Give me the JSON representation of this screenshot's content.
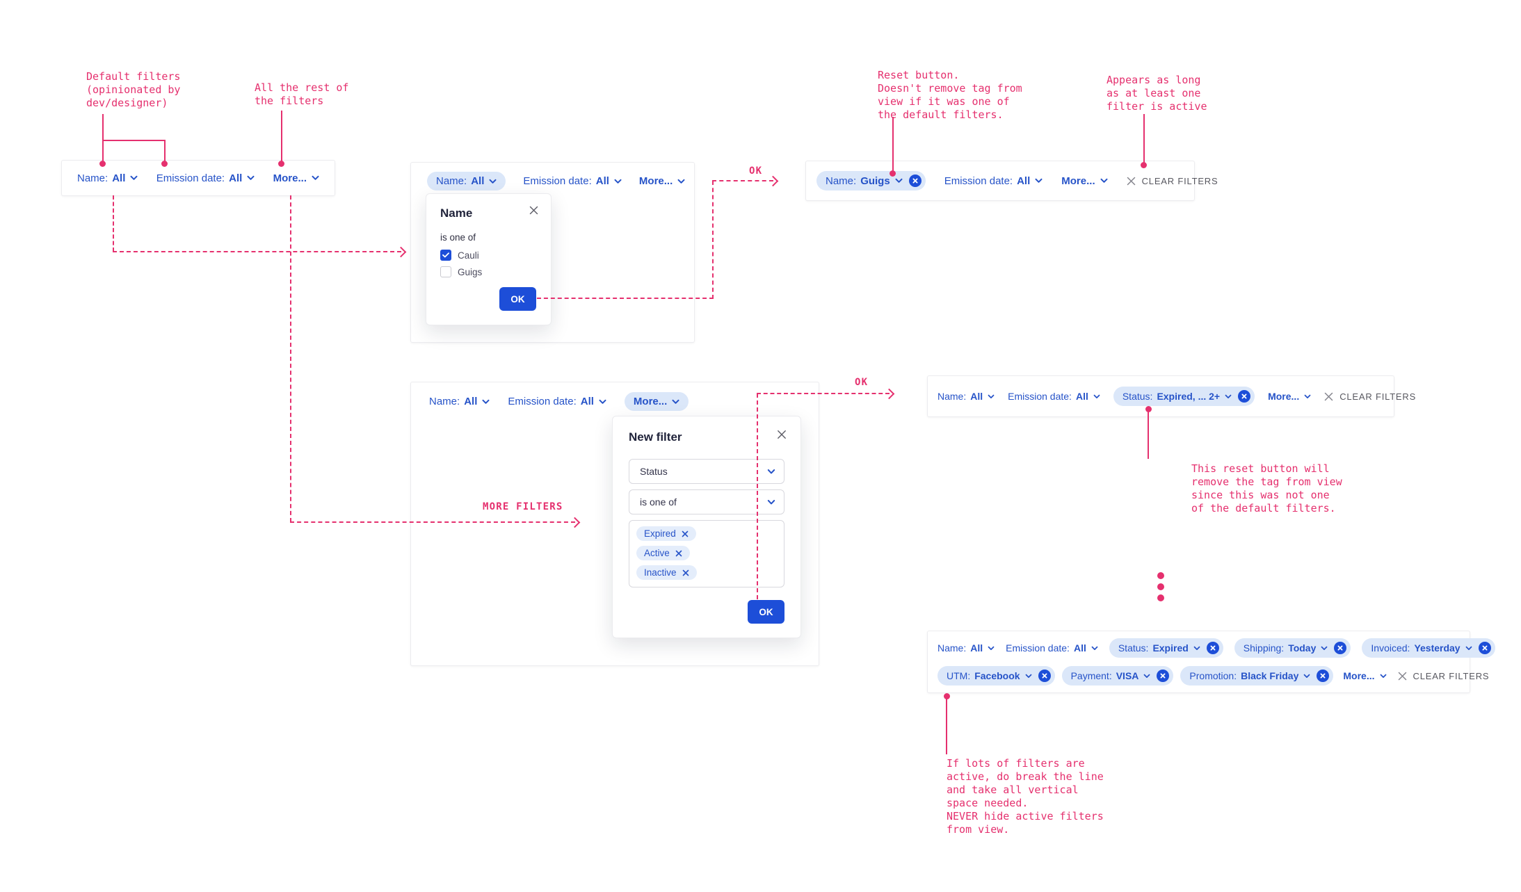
{
  "colors": {
    "accent_blue": "#2653C8",
    "button_blue": "#1D4ED8",
    "pill_background": "#DBE7F9",
    "annotation_pink": "#E5306E",
    "title_ink": "#21243B",
    "muted_gray": "#57575F"
  },
  "annotations": {
    "default_filters": "Default filters\n(opinionated by\ndev/designer)",
    "rest_of_filters": "All the rest of\nthe filters",
    "reset_button": "Reset button.\nDoesn't remove tag from\nview if it was one of\nthe default filters.",
    "appears": "Appears as long\nas at least one\nfilter is active",
    "reset_removes": "This reset button will\nremove the tag from view\nsince this was not one\nof the default filters.",
    "break_line": "If lots of filters are\nactive, do break the line\nand take all vertical\nspace needed.\nNEVER hide active filters\nfrom view.",
    "ok_top": "OK",
    "ok_mid": "OK",
    "more_filters": "MORE FILTERS"
  },
  "labels": {
    "clear_filters": "CLEAR FILTERS"
  },
  "bars": {
    "bar1": {
      "items": [
        {
          "label": "Name:",
          "value": "All"
        },
        {
          "label": "Emission date:",
          "value": "All"
        },
        {
          "value": "More..."
        }
      ]
    },
    "bar2": {
      "items": [
        {
          "label": "Name:",
          "value": "All"
        },
        {
          "label": "Emission date:",
          "value": "All"
        },
        {
          "value": "More..."
        }
      ]
    },
    "bar3": {
      "items": [
        {
          "label": "Name:",
          "value": "Guigs"
        },
        {
          "label": "Emission date:",
          "value": "All"
        },
        {
          "value": "More..."
        }
      ]
    },
    "bar_mid": {
      "items": [
        {
          "label": "Name:",
          "value": "All"
        },
        {
          "label": "Emission date:",
          "value": "All"
        },
        {
          "value": "More..."
        }
      ]
    },
    "bar4": {
      "items": [
        {
          "label": "Name:",
          "value": "All"
        },
        {
          "label": "Emission date:",
          "value": "All"
        },
        {
          "label": "Status:",
          "value": "Expired, ... 2+"
        },
        {
          "value": "More..."
        }
      ]
    },
    "bar5": {
      "row1": [
        {
          "label": "Name:",
          "value": "All"
        },
        {
          "label": "Emission date:",
          "value": "All"
        },
        {
          "label": "Status:",
          "value": "Expired"
        },
        {
          "label": "Shipping:",
          "value": "Today"
        },
        {
          "label": "Invoiced:",
          "value": "Yesterday"
        }
      ],
      "row2": [
        {
          "label": "UTM:",
          "value": "Facebook"
        },
        {
          "label": "Payment:",
          "value": "VISA"
        },
        {
          "label": "Promotion:",
          "value": "Black Friday"
        },
        {
          "value": "More..."
        }
      ]
    }
  },
  "modal_name": {
    "title": "Name",
    "operator": "is one of",
    "options": [
      {
        "label": "Cauli",
        "checked": true
      },
      {
        "label": "Guigs",
        "checked": false
      }
    ],
    "ok": "OK"
  },
  "modal_new_filter": {
    "title": "New filter",
    "field": "Status",
    "operator": "is one of",
    "tags": [
      "Expired",
      "Active",
      "Inactive"
    ],
    "ok": "OK"
  }
}
